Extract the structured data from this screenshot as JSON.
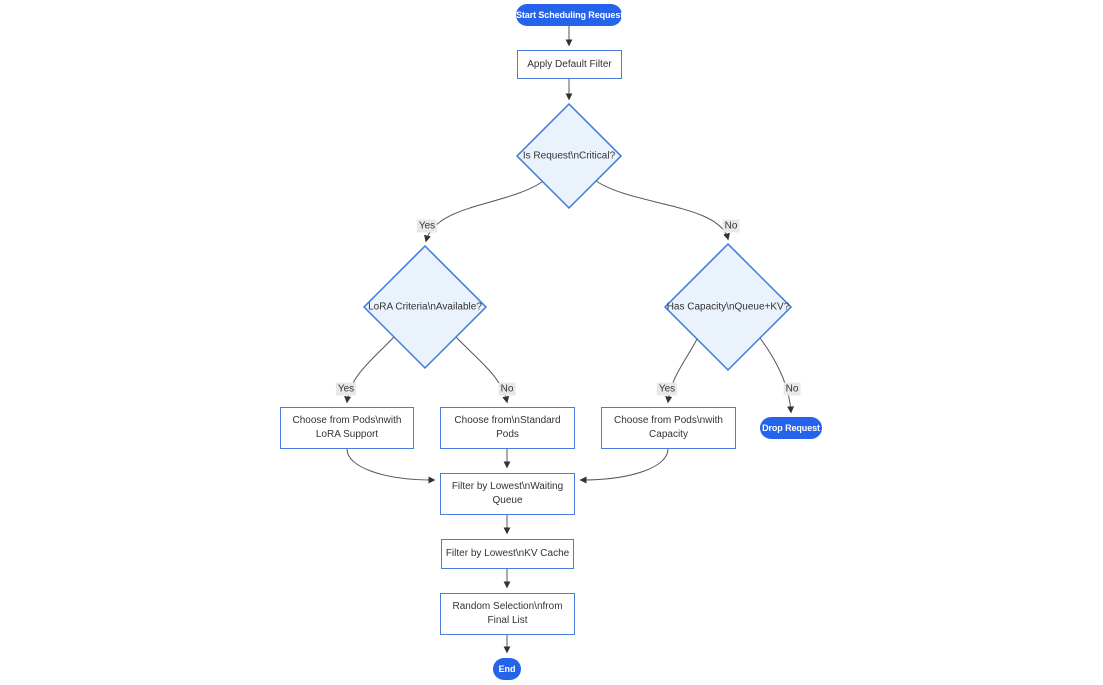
{
  "diagram": {
    "type": "flowchart",
    "background": "#ffffff",
    "nodes": {
      "start": {
        "label": "Start Scheduling Request",
        "shape": "stadium"
      },
      "apply_filter": {
        "label": "Apply Default Filter",
        "shape": "rectangle"
      },
      "is_critical": {
        "label": "Is Request\\nCritical?",
        "shape": "diamond"
      },
      "lora_criteria": {
        "label": "LoRA Criteria\\nAvailable?",
        "shape": "diamond"
      },
      "has_capacity": {
        "label": "Has Capacity\\nQueue+KV?",
        "shape": "diamond"
      },
      "choose_lora_pods": {
        "label": "Choose from Pods\\nwith LoRA Support",
        "shape": "rectangle"
      },
      "choose_standard_pods": {
        "label": "Choose from\\nStandard Pods",
        "shape": "rectangle"
      },
      "choose_capacity_pods": {
        "label": "Choose from Pods\\nwith Capacity",
        "shape": "rectangle"
      },
      "drop_request": {
        "label": "Drop Request",
        "shape": "stadium"
      },
      "filter_waiting_queue": {
        "label": "Filter by Lowest\\nWaiting Queue",
        "shape": "rectangle"
      },
      "filter_kv_cache": {
        "label": "Filter by Lowest\\nKV Cache",
        "shape": "rectangle"
      },
      "random_selection": {
        "label": "Random Selection\\nfrom Final List",
        "shape": "rectangle"
      },
      "end": {
        "label": "End",
        "shape": "stadium"
      }
    },
    "edge_labels": {
      "critical_yes": "Yes",
      "critical_no": "No",
      "lora_yes": "Yes",
      "lora_no": "No",
      "capacity_yes": "Yes",
      "capacity_no": "No"
    },
    "edges": [
      {
        "from": "start",
        "to": "apply_filter",
        "label": ""
      },
      {
        "from": "apply_filter",
        "to": "is_critical",
        "label": ""
      },
      {
        "from": "is_critical",
        "to": "lora_criteria",
        "label": "Yes"
      },
      {
        "from": "is_critical",
        "to": "has_capacity",
        "label": "No"
      },
      {
        "from": "lora_criteria",
        "to": "choose_lora_pods",
        "label": "Yes"
      },
      {
        "from": "lora_criteria",
        "to": "choose_standard_pods",
        "label": "No"
      },
      {
        "from": "has_capacity",
        "to": "choose_capacity_pods",
        "label": "Yes"
      },
      {
        "from": "has_capacity",
        "to": "drop_request",
        "label": "No"
      },
      {
        "from": "choose_lora_pods",
        "to": "filter_waiting_queue",
        "label": ""
      },
      {
        "from": "choose_standard_pods",
        "to": "filter_waiting_queue",
        "label": ""
      },
      {
        "from": "choose_capacity_pods",
        "to": "filter_waiting_queue",
        "label": ""
      },
      {
        "from": "filter_waiting_queue",
        "to": "filter_kv_cache",
        "label": ""
      },
      {
        "from": "filter_kv_cache",
        "to": "random_selection",
        "label": ""
      },
      {
        "from": "random_selection",
        "to": "end",
        "label": ""
      }
    ],
    "colors": {
      "stadium_fill": "#2563eb",
      "stadium_text": "#ffffff",
      "rect_fill": "#ffffff",
      "rect_border": "#4a7ce0",
      "diamond_fill": "#eaf2fc",
      "diamond_border": "#3c78e0",
      "edge_stroke": "#555555",
      "node_text": "#333333",
      "edge_label_bg": "#e8e8e8",
      "edge_label_text": "#333333"
    }
  }
}
